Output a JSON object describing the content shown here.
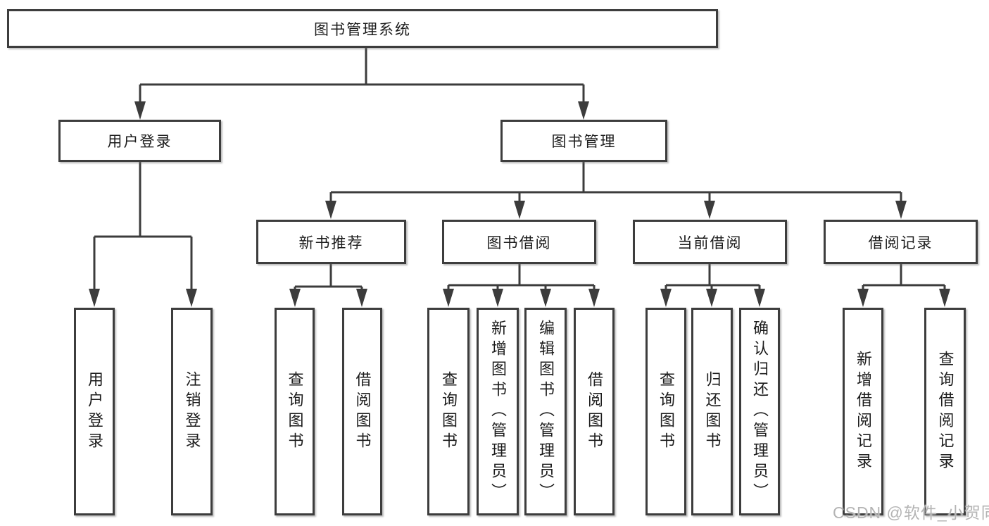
{
  "tree": {
    "root": {
      "label": "图书管理系统"
    },
    "branches": [
      {
        "label": "用户登录",
        "children": [
          {
            "label": "用户登录"
          },
          {
            "label": "注销登录"
          }
        ]
      },
      {
        "label": "图书管理",
        "children": [
          {
            "label": "新书推荐",
            "children": [
              {
                "label": "查询图书"
              },
              {
                "label": "借阅图书"
              }
            ]
          },
          {
            "label": "图书借阅",
            "children": [
              {
                "label": "查询图书"
              },
              {
                "label": "新增图书（管理员）"
              },
              {
                "label": "编辑图书（管理员）"
              },
              {
                "label": "借阅图书"
              }
            ]
          },
          {
            "label": "当前借阅",
            "children": [
              {
                "label": "查询图书"
              },
              {
                "label": "归还图书"
              },
              {
                "label": "确认归还（管理员）"
              }
            ]
          },
          {
            "label": "借阅记录",
            "children": [
              {
                "label": "新增借阅记录"
              },
              {
                "label": "查询借阅记录"
              }
            ]
          }
        ]
      }
    ]
  },
  "watermark": {
    "text": "CSDN @软件_小贺同学"
  },
  "colors": {
    "line": "#3c3c3c",
    "box_border": "#3d3d3d",
    "box_fill": "#ffffff",
    "text": "#1c1c1c",
    "watermark": "#b4b4b4"
  }
}
